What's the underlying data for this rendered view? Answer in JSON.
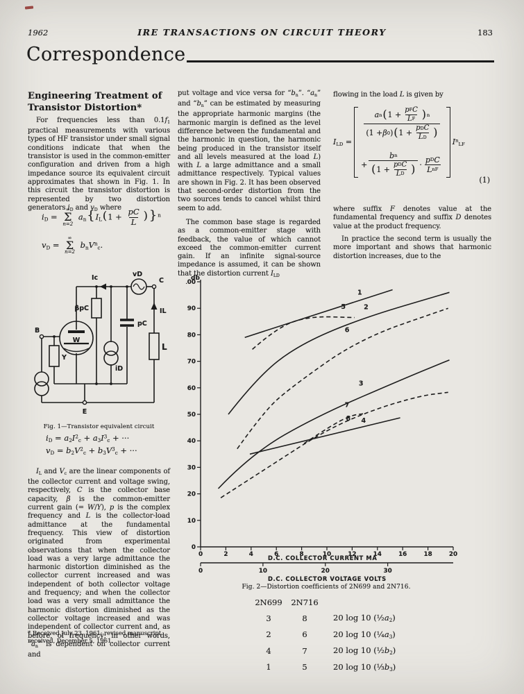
{
  "page": {
    "year": "1962",
    "journal": "IRE TRANSACTIONS ON CIRCUIT THEORY",
    "page_number": "183",
    "section": "Correspondence"
  },
  "article": {
    "title_html": "Engineering Treatment of<br>Transistor Distortion*"
  },
  "col1": {
    "para1_html": "For frequencies less than 0.1<i>f</i><sub>1</sub> practical measurements with various types of HF transistor under small signal conditions indicate that when the transistor is used in the common-emitter configuration and driven from a high impedance source its equivalent circuit approximates that shown in Fig. 1. In this circuit the transistor distortion is represented by two distortion generators <i>i</i><sub>D</sub> and <i>v</i><sub>D</sub> where",
    "eq_i_html": "<i>i</i><sub>D</sub> = <span class='sum'><span class='t'>∞</span><span class='s'>Σ</span><span class='b'>n=2</span></span> <i>a</i><sub>n</sub><span class='pa pb'>{</span><i>I</i><sub>L</sub><span class='pa'>(</span>1 + <span class='frac'><span class='num'><i>pC</i></span><span class='den'><i>L</i></span></span><span class='pa'>)</span><span class='pa pb'>}</span><sup>n</sup>",
    "eq_v_html": "<i>v</i><sub>D</sub> = <span class='sum'><span class='t'>∞</span><span class='s'>Σ</span><span class='b'>n=2</span></span> <i>b</i><sub>n</sub><i>V</i><sup>n</sup><sub>c</sub>.",
    "para2_html": "<i>I</i><sub>L</sub> and <i>V</i><sub>c</sub> are the linear components of the collector current and voltage swing, respectively, <i>C</i> is the collector base capacity, <i>β</i> is the common-emitter current gain (= <i>W</i>/<i>Y</i>), <i>p</i> is the complex frequency and <i>L</i> is the collector-load admittance at the fundamental frequency. This view of distortion originated from experimental observations that when the collector load was a very large admittance the harmonic distortion diminished as the collector current increased and was independent of both collector voltage and frequency; and when the collector load was a very small admittance the harmonic distortion diminished as the collector voltage increased and was independent of collector current and, as before, of frequency; in other words, “<i>a</i><sub>n</sub>” is dependent on collector current and",
    "footnote_html": "* Received July 23, 1961; revised manuscript received, December 5, 1961."
  },
  "col2": {
    "para1_html": "put voltage and vice versa for “<i>b</i><sub>n</sub>”. “<i>a</i><sub>n</sub>” and “<i>b</i><sub>n</sub>” can be estimated by measuring the appropriate harmonic margins (the harmonic margin is defined as the level difference between the fundamental and the harmonic in question, the harmonic being produced in the transistor itself and all levels measured at the load <i>L</i>) with <i>L</i> a large admittance and a small admittance respectively. Typical values are shown in Fig. 2. It has been observed that second-order distortion from the two sources tends to cancel whilst third seem to add.",
    "para2_html": "The common base stage is regarded as a common-emitter stage with feedback, the value of which cannot exceed the common-emitter current gain. If an infinite signal-source impedance is assumed, it can be shown that the distortion current <i>I</i><sub>LD</sub>"
  },
  "col3": {
    "intro_html": "flowing in the load <i>L</i> is given by",
    "eq1_html": "<span class='eqwrap'><span><i>I</i><sub>LD</sub> =</span><span class='lbr'></span><span class='stk'><span class='r'><span class='frac'><span class='num'><i>a</i><sub>n</sub><span class='pa'>(</span>1 + <span class='frac'><span class='num'><i>p</i><sub>F</sub><i>C</i></span><span class='den'><i>L</i><sub>F</sub></span></span><span class='pa'>)</span><sup>n</sup></span><span class='den'>(1 + <i>β</i><sub>0</sub>)<span class='pa'>(</span>1 + <span class='frac'><span class='num'><i>p</i><sub>D</sub><i>C</i></span><span class='den'><i>L</i><sub>D</sub></span></span><span class='pa'>)</span></span></span></span><span class='r'>+ <span class='frac'><span class='num'><i>b</i><sub>n</sub></span><span class='den'><span class='pa'>(</span>1 + <span class='frac'><span class='num'><i>p</i><sub>D</sub><i>C</i></span><span class='den'><i>L</i><sub>D</sub></span></span><span class='pa'>)</span></span></span> · <span class='frac'><span class='num'><i>p</i><sub>D</sub><i>C</i></span><span class='den'><i>L</i><sup>n</sup><sub>F</sub></span></span></span></span><span class='rbr'></span><span><i>I</i><sup>n</sup><sub>LF</sub></span></span>",
    "eq_number": "(1)",
    "para1_html": "where suffix <i>F</i> denotes value at the fundamental frequency and suffix <i>D</i> denotes value at the product frequency.",
    "para2_html": "In practice the second term is usually the more important and shows that harmonic distortion increases, due to the"
  },
  "fig1": {
    "caption": "Fig. 1—Transistor equivalent circuit",
    "eq1_html": "<i>i</i><sub>D</sub> = <i>a</i><sub>2</sub><i>I</i><sup>2</sup><sub>c</sub> + <i>a</i><sub>3</sub><i>I</i><sup>3</sup><sub>c</sub> + ···",
    "eq2_html": "<i>v</i><sub>D</sub> = <i>b</i><sub>2</sub><i>V</i><sup>2</sup><sub>c</sub> + <i>b</i><sub>3</sub><i>V</i><sup>3</sup><sub>c</sub> + ···",
    "labels": {
      "ic": "Ic",
      "vd": "vD",
      "c": "C",
      "bpc": "βpC",
      "pc": "pC",
      "il": "IL",
      "w": "W",
      "b": "B",
      "y": "Y",
      "id": "iD",
      "l": "L",
      "e": "E"
    }
  },
  "fig2": {
    "caption": "Fig. 2—Distortion coefficients of 2N699 and 2N716."
  },
  "table": {
    "headers": [
      "2N699",
      "2N716"
    ],
    "rows": [
      {
        "c1": "3",
        "c2": "8",
        "formula_html": "20 log 10 (½<i>a</i><sub>2</sub>)"
      },
      {
        "c1": "2",
        "c2": "6",
        "formula_html": "20 log 10 (¼<i>a</i><sub>3</sub>)"
      },
      {
        "c1": "4",
        "c2": "7",
        "formula_html": "20 log 10 (½<i>b</i><sub>2</sub>)"
      },
      {
        "c1": "1",
        "c2": "5",
        "formula_html": "20 log 10 (⅓<i>b</i><sub>3</sub>)"
      }
    ]
  },
  "chart_data": {
    "type": "line",
    "figure": "Fig. 2",
    "title": "Distortion coefficients of 2N699 and 2N716",
    "ylabel": "db",
    "ylim": [
      0,
      100
    ],
    "y_ticks": [
      100,
      90,
      80,
      70,
      60,
      50,
      40,
      30,
      20,
      10,
      0
    ],
    "grid": false,
    "x_axes": [
      {
        "label": "D.C.  COLLECTOR   CURRENT   MA",
        "range": [
          0,
          20
        ],
        "ticks": [
          0,
          2,
          4,
          6,
          8,
          10,
          12,
          14,
          16,
          18,
          20
        ]
      },
      {
        "label": "D.C.   COLLECTOR    VOLTAGE     VOLTS",
        "range": [
          0,
          40.5
        ],
        "ticks": [
          0,
          10,
          20,
          30
        ]
      }
    ],
    "series": [
      {
        "name": "1",
        "style": "solid",
        "label_at": [
          12.6,
          95.2
        ],
        "points": [
          [
            3.5,
            79
          ],
          [
            15.2,
            97
          ]
        ]
      },
      {
        "name": "5",
        "style": "dashed",
        "label_at": [
          11.3,
          89.8
        ],
        "points": [
          [
            4.1,
            74.5
          ],
          [
            6.0,
            82.5
          ],
          [
            8.5,
            87
          ],
          [
            12.2,
            86.5
          ]
        ]
      },
      {
        "name": "2",
        "style": "solid",
        "label_at": [
          13.1,
          89.6
        ],
        "points": [
          [
            2.2,
            50
          ],
          [
            4.5,
            64
          ],
          [
            7.7,
            76
          ],
          [
            12.6,
            86
          ],
          [
            19.7,
            96
          ]
        ]
      },
      {
        "name": "6",
        "style": "dashed",
        "label_at": [
          11.6,
          81.0
        ],
        "points": [
          [
            2.9,
            37
          ],
          [
            5.0,
            51
          ],
          [
            7.1,
            60
          ],
          [
            12.6,
            78.5
          ],
          [
            19.6,
            90
          ]
        ]
      },
      {
        "name": "3",
        "style": "solid",
        "label_at": [
          12.7,
          60.8
        ],
        "points": [
          [
            1.4,
            22
          ],
          [
            4.0,
            35
          ],
          [
            9.3,
            49.5
          ],
          [
            16.6,
            64.5
          ],
          [
            19.7,
            70.5
          ]
        ]
      },
      {
        "name": "7",
        "style": "dashed",
        "label_at": [
          11.6,
          52.8
        ],
        "points": [
          [
            8.2,
            39
          ],
          [
            10.4,
            46
          ],
          [
            12.0,
            49.7
          ],
          [
            12.9,
            50.2
          ]
        ]
      },
      {
        "name": "8",
        "style": "dashed",
        "label_at": [
          11.7,
          47.6
        ],
        "points": [
          [
            1.6,
            18.5
          ],
          [
            5.5,
            30.5
          ],
          [
            9.9,
            44
          ],
          [
            13.7,
            51.8
          ],
          [
            17.4,
            57
          ],
          [
            19.6,
            58.3
          ]
        ]
      },
      {
        "name": "4",
        "style": "solid",
        "label_at": [
          12.9,
          46.8
        ],
        "points": [
          [
            3.9,
            35
          ],
          [
            15.8,
            48.7
          ]
        ]
      }
    ]
  }
}
